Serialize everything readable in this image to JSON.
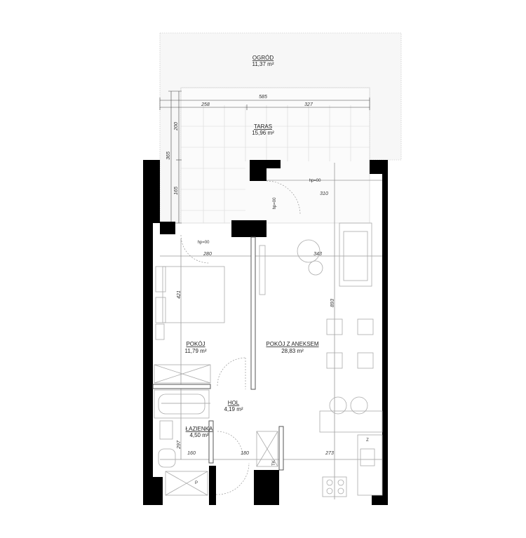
{
  "rooms": {
    "garden": {
      "name": "OGRÓD",
      "area": "11,37 m²"
    },
    "terrace": {
      "name": "TARAS",
      "area": "15,96 m²"
    },
    "bedroom": {
      "name": "POKÓJ",
      "area": "11,79 m²"
    },
    "living": {
      "name": "POKÓJ Z ANEKSEM",
      "area": "28,83 m²"
    },
    "hall": {
      "name": "HOL",
      "area": "4,19 m²"
    },
    "bathroom": {
      "name": "ŁAZIENKA",
      "area": "4,50 m²"
    }
  },
  "dimensions": {
    "terrace_width": "585",
    "terrace_left": "258",
    "terrace_right": "327",
    "terrace_depth": "365",
    "terrace_depth_top": "200",
    "terrace_depth_bottom": "165",
    "living_top": "310",
    "bedroom_top": "280",
    "living_mid": "343",
    "bedroom_height": "421",
    "living_height": "893",
    "bath_bottom": "160",
    "hall_bottom": "180",
    "kitchen_bottom": "273",
    "bath_height": "297"
  },
  "thresholds": {
    "door_terrace_top": "hp=00",
    "door_terrace_side": "hp=00",
    "door_bedroom": "hp=00"
  },
  "symbols": {
    "closet_p": "P",
    "closet_tk": "TK",
    "fridge_z": "Z"
  }
}
